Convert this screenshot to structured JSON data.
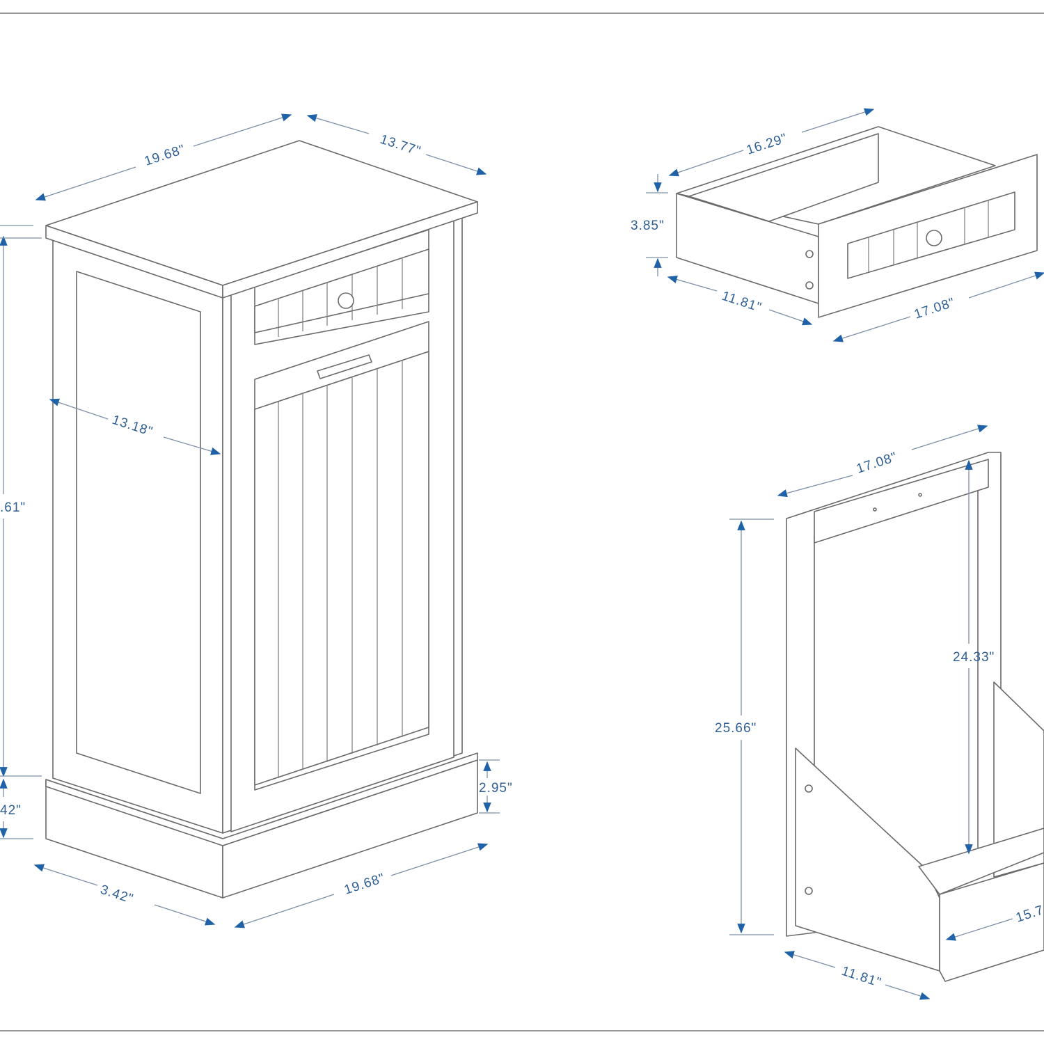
{
  "colors": {
    "dimension_text": "#2f5f94",
    "arrow": "#1f62a8",
    "outline": "#6a6a6a"
  },
  "cabinet": {
    "top_width": "19.68\"",
    "top_depth": "13.77\"",
    "inner_depth": "13.18\"",
    "height": ".61\"",
    "base_height_left": "42\"",
    "base_height": "2.95\"",
    "base_depth": "3.42\"",
    "base_width": "19.68\""
  },
  "drawer": {
    "length": "16.29\"",
    "height": "3.85\"",
    "depth": "11.81\"",
    "width": "17.08\""
  },
  "frame": {
    "width": "17.08\"",
    "inner_height": "24.33\"",
    "height": "25.66\"",
    "depth": "11.81\"",
    "bin_width": "15.7"
  }
}
